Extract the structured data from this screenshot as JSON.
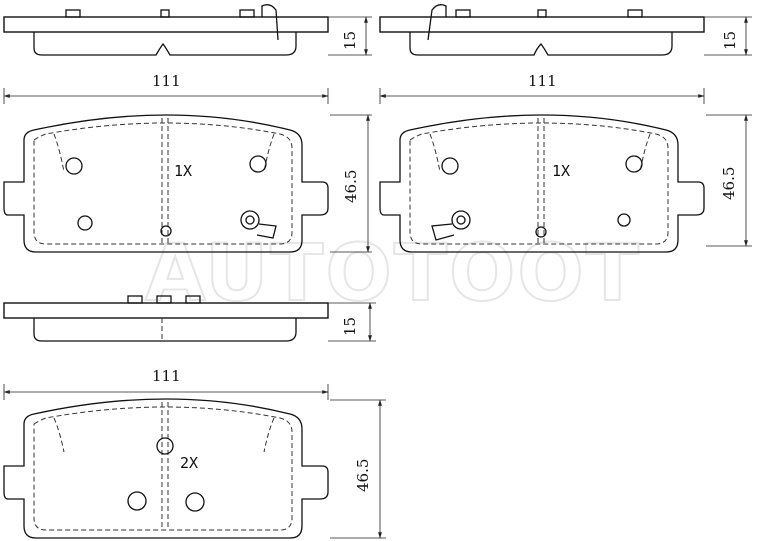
{
  "watermark": "AUTOTOOT",
  "pads": [
    {
      "id": "top-left",
      "width_label": "111",
      "height_label": "46.5",
      "thickness_label": "15",
      "qty_label": "1X"
    },
    {
      "id": "top-right",
      "width_label": "111",
      "height_label": "46.5",
      "thickness_label": "15",
      "qty_label": "1X"
    },
    {
      "id": "bottom",
      "width_label": "111",
      "height_label": "46.5",
      "thickness_label": "15",
      "qty_label": "2X"
    }
  ]
}
